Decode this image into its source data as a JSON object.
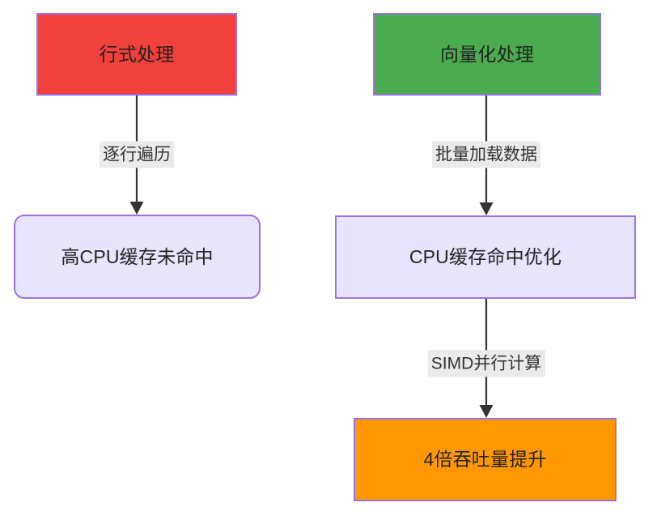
{
  "diagram": {
    "type": "flowchart",
    "direction": "top-down",
    "background": "#ffffff",
    "nodes": [
      {
        "id": "row",
        "label": "行式处理",
        "shape": "rectangle",
        "fill": "#f1413c",
        "stroke": "#9a73e3",
        "text_color": "#222222"
      },
      {
        "id": "vector",
        "label": "向量化处理",
        "shape": "rectangle",
        "fill": "#4bab4f",
        "stroke": "#9a73e3",
        "text_color": "#222222"
      },
      {
        "id": "cachemiss",
        "label": "高CPU缓存未命中",
        "shape": "rounded-rectangle",
        "fill": "#e7e4fb",
        "stroke": "#9a73e3",
        "text_color": "#222222"
      },
      {
        "id": "cachehit",
        "label": "CPU缓存命中优化",
        "shape": "rectangle",
        "fill": "#e7e4fb",
        "stroke": "#9a73e3",
        "text_color": "#222222"
      },
      {
        "id": "throughput",
        "label": "4倍吞吐量提升",
        "shape": "rectangle",
        "fill": "#ff9800",
        "stroke": "#9a73e3",
        "text_color": "#222222"
      }
    ],
    "edges": [
      {
        "id": "e1",
        "from": "row",
        "to": "cachemiss",
        "label": "逐行遍历",
        "label_background": "#eaeaea",
        "stroke": "#333333",
        "arrow": "filled-triangle"
      },
      {
        "id": "e2",
        "from": "vector",
        "to": "cachehit",
        "label": "批量加载数据",
        "label_background": "#eaeaea",
        "stroke": "#333333",
        "arrow": "filled-triangle"
      },
      {
        "id": "e3",
        "from": "cachehit",
        "to": "throughput",
        "label": "SIMD并行计算",
        "label_background": "#eaeaea",
        "stroke": "#333333",
        "arrow": "filled-triangle"
      }
    ]
  }
}
